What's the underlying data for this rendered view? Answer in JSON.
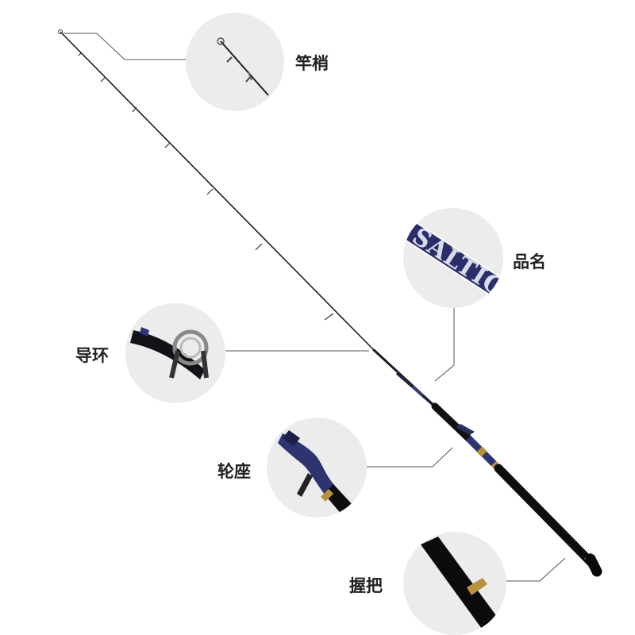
{
  "image": {
    "callouts": [
      {
        "id": "tip",
        "label": "竿梢",
        "icon": "rod-tip-closeup"
      },
      {
        "id": "name",
        "label": "品名",
        "icon": "rod-name-decal-closeup"
      },
      {
        "id": "guide",
        "label": "导环",
        "icon": "line-guide-closeup"
      },
      {
        "id": "seat",
        "label": "轮座",
        "icon": "reel-seat-closeup"
      },
      {
        "id": "grip",
        "label": "握把",
        "icon": "grip-handle-closeup"
      }
    ],
    "decal_text": "SALTIGA",
    "colors": {
      "rod_blank": "#1a1a1f",
      "accent_navy": "#2e3470",
      "gold_trim": "#b8923a",
      "circle_bg": "#ececec",
      "leader_line": "#555555"
    }
  }
}
